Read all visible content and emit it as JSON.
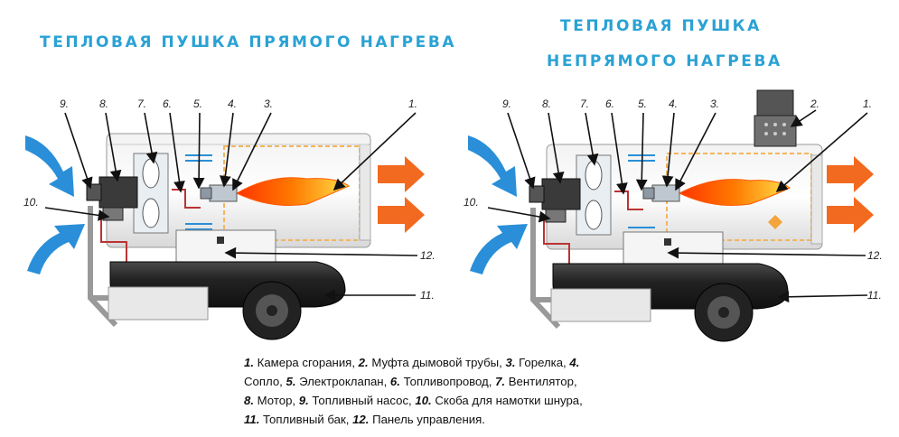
{
  "titles": {
    "left": "ТЕПЛОВАЯ ПУШКА ПРЯМОГО НАГРЕВА",
    "right_line1": "ТЕПЛОВАЯ ПУШКА",
    "right_line2": "НЕПРЯМОГО НАГРЕВА"
  },
  "callouts": {
    "left": [
      "9.",
      "8.",
      "7.",
      "6.",
      "5.",
      "4.",
      "3.",
      "1.",
      "10.",
      "12.",
      "11."
    ],
    "right": [
      "9.",
      "8.",
      "7.",
      "6.",
      "5.",
      "4.",
      "3.",
      "2.",
      "1.",
      "10.",
      "12.",
      "11."
    ]
  },
  "legend": [
    [
      [
        "1.",
        " Камера сгорания, "
      ],
      [
        "2.",
        " Муфта дымовой трубы, "
      ],
      [
        "3.",
        " Горелка, "
      ],
      [
        "4.",
        ""
      ]
    ],
    [
      [
        "",
        "Сопло, "
      ],
      [
        "5.",
        " Электроклапан, "
      ],
      [
        "6.",
        " Топливопровод, "
      ],
      [
        "7.",
        " Вентилятор,"
      ]
    ],
    [
      [
        "8.",
        " Мотор, "
      ],
      [
        "9.",
        " Топливный насос, "
      ],
      [
        "10.",
        " Скоба для намотки шнура,"
      ]
    ],
    [
      [
        "11.",
        " Топливный бак, "
      ],
      [
        "12.",
        " Панель управления."
      ]
    ]
  ],
  "colors": {
    "title": "#2aa2d4",
    "air_arrow": "#2a8fd8",
    "hot_arrow": "#f26a1f",
    "flame": "#ff7a00"
  },
  "icons": [
    "air-intake-arrow",
    "hot-air-arrow",
    "flame",
    "fan",
    "wheel",
    "chimney"
  ]
}
